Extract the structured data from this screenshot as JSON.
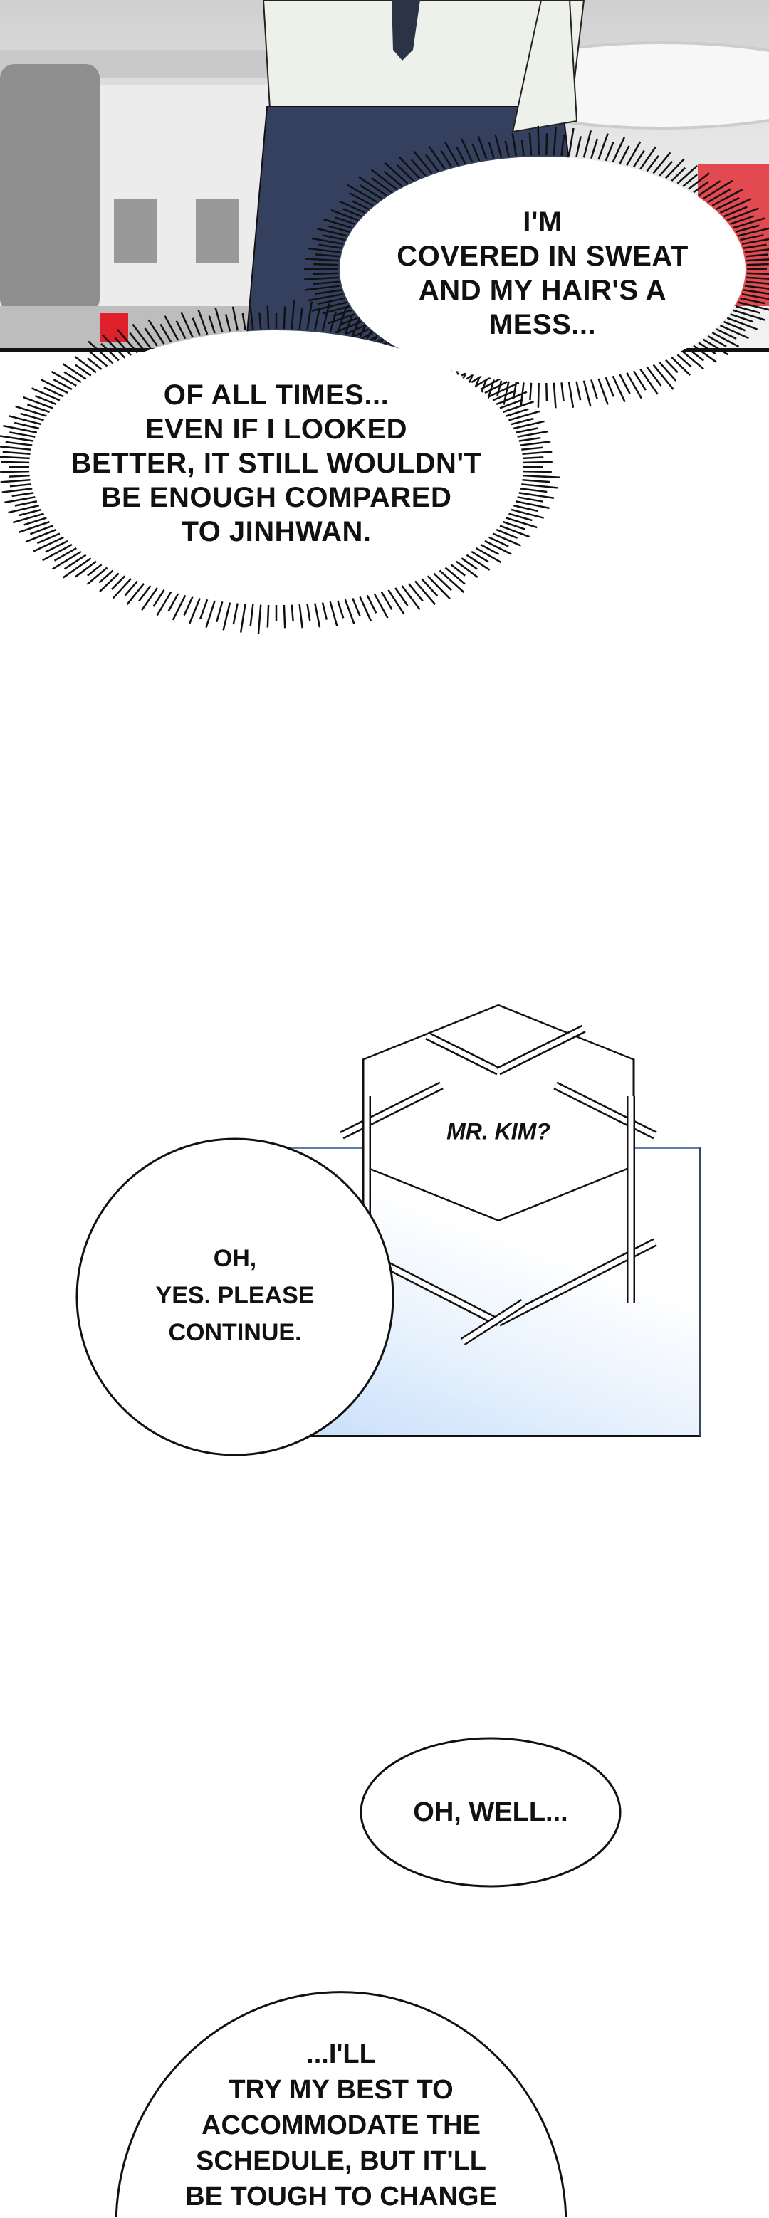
{
  "colors": {
    "panel_bg": "#d9d9d9",
    "shirt": "#eef0ea",
    "pants": "#34405e",
    "accent_red": "#e0202a",
    "box_border": "#5a7fa8",
    "box_fill": "#cfe4fb"
  },
  "panel_top": {
    "bubble_sweat": {
      "lines": [
        "I'M",
        "COVERED IN SWEAT",
        "AND MY HAIR'S A",
        "MESS..."
      ]
    },
    "bubble_jinhwan": {
      "lines": [
        "OF ALL TIMES...",
        "EVEN IF I LOOKED",
        "BETTER, IT STILL WOULDN'T",
        "BE ENOUGH COMPARED",
        "TO JINHWAN."
      ]
    }
  },
  "panel_middle": {
    "hex_bubble": {
      "text": "MR. KIM?"
    },
    "round_bubble": {
      "lines": [
        "OH,",
        "YES. PLEASE",
        "CONTINUE."
      ]
    }
  },
  "panel_bottom": {
    "oval_bubble": {
      "text": "OH, WELL..."
    },
    "big_bubble": {
      "lines": [
        "...I'LL",
        "TRY MY BEST TO",
        "ACCOMMODATE THE",
        "SCHEDULE, BUT IT'LL",
        "BE TOUGH TO CHANGE"
      ]
    }
  }
}
